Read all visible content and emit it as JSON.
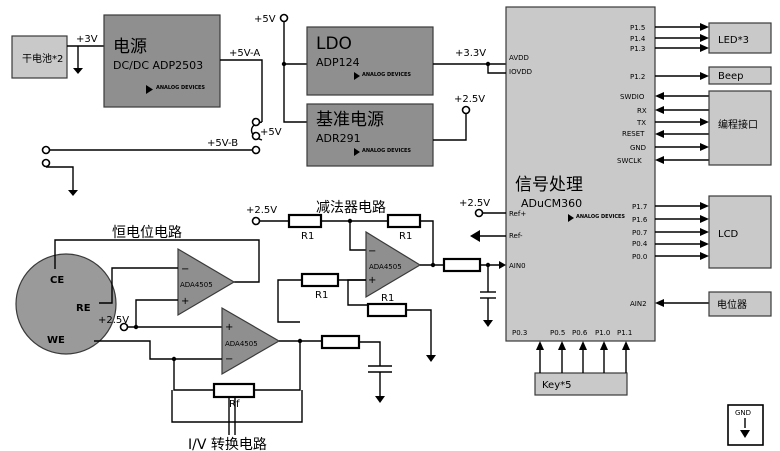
{
  "battery": {
    "label": "干电池*2",
    "voltage": "+3V"
  },
  "power_supply": {
    "title": "电源",
    "part": "DC/DC  ADP2503",
    "out_a": "+5V-A",
    "out_b": "+5V-B",
    "logo": "ANALOG DEVICES"
  },
  "ldo": {
    "title": "LDO",
    "part": "ADP124",
    "out": "+3.3V",
    "logo": "ANALOG DEVICES"
  },
  "reference": {
    "title": "基准电源",
    "part": "ADR291",
    "out": "+2.5V",
    "logo": "ANALOG DEVICES"
  },
  "supply_labels": {
    "top_5v": "+5V",
    "mid_5v": "+5V"
  },
  "mcu": {
    "title": "信号处理",
    "part": "ADuCM360",
    "logo": "ANALOG DEVICES",
    "left_pins": [
      "AVDD",
      "IOVDD",
      "Ref+",
      "Ref-",
      "AIN0"
    ],
    "right_pins": [
      "P1.5",
      "P1.4",
      "P1.3",
      "P1.2",
      "SWDIO",
      "RX",
      "TX",
      "RESET",
      "GND",
      "SWCLK",
      "P1.7",
      "P1.6",
      "P0.7",
      "P0.4",
      "P0.0",
      "AIN2"
    ],
    "bottom_pins": [
      "P0.3",
      "P0.5",
      "P0.6",
      "P1.0",
      "P1.1"
    ],
    "ref_plus_voltage": "+2.5V"
  },
  "peripherals": {
    "led": "LED*3",
    "beep": "Beep",
    "programmer": "编程接口",
    "lcd": "LCD",
    "pot": "电位器",
    "keys": "Key*5",
    "gnd": "GND"
  },
  "potentiostat": {
    "title": "恒电位电路",
    "ce": "CE",
    "re": "RE",
    "we": "WE",
    "opamp": "ADA4505",
    "bias": "+2.5V"
  },
  "subtractor": {
    "title": "减法器电路",
    "opamp": "ADA4505",
    "r1": "R1",
    "bias": "+2.5V"
  },
  "iv_converter": {
    "title": "I/V 转换电路",
    "opamp": "ADA4505",
    "rf": "Rf"
  },
  "opamp_signs": {
    "minus": "−",
    "plus": "+"
  }
}
